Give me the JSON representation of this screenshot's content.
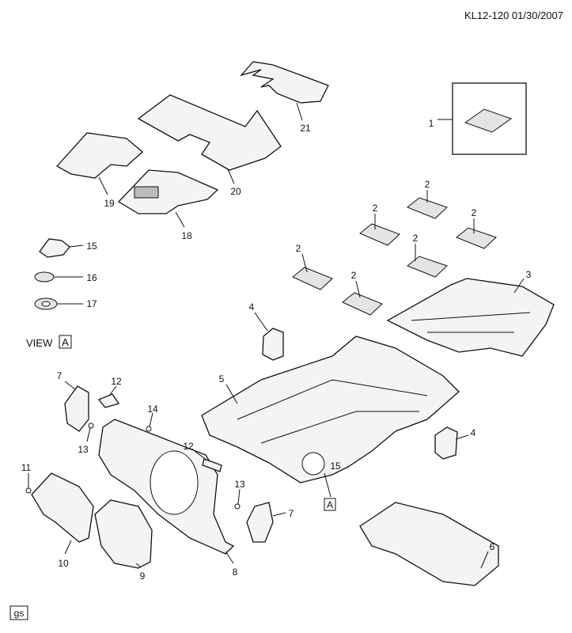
{
  "header": {
    "ref": "KL12-120  01/30/2007"
  },
  "view_label": "VIEW",
  "view_ref": "A",
  "footer_badge": "gs",
  "callouts": {
    "c1": "1",
    "c2a": "2",
    "c2b": "2",
    "c2c": "2",
    "c2d": "2",
    "c2e": "2",
    "c2f": "2",
    "c3": "3",
    "c4a": "4",
    "c4b": "4",
    "c5": "5",
    "c6": "6",
    "c7a": "7",
    "c7b": "7",
    "c8": "8",
    "c9": "9",
    "c10": "10",
    "c11": "11",
    "c12a": "12",
    "c12b": "12",
    "c13a": "13",
    "c13b": "13",
    "c14": "14",
    "c15a": "15",
    "c15b": "15",
    "c16": "16",
    "c17": "17",
    "c18": "18",
    "c19": "19",
    "c20": "20",
    "c21": "21",
    "cA": "A"
  }
}
